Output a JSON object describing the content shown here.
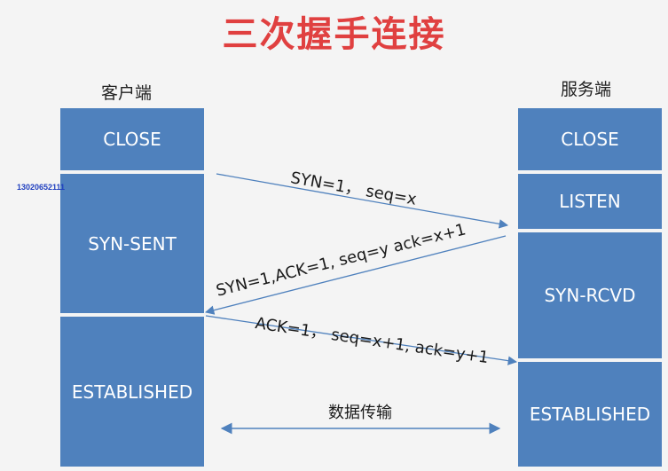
{
  "title": "三次握手连接",
  "client": {
    "label": "客户端",
    "states": [
      "CLOSE",
      "SYN-SENT",
      "ESTABLISHED"
    ]
  },
  "server": {
    "label": "服务端",
    "states": [
      "CLOSE",
      "LISTEN",
      "SYN-RCVD",
      "ESTABLISHED"
    ]
  },
  "messages": {
    "syn": "SYN=1， seq=x",
    "syn_ack": "SYN=1,ACK=1, seq=y ack=x+1",
    "ack": "ACK=1， seq=x+1, ack=y+1"
  },
  "data_transfer": "数据传输",
  "watermark": "13020652111",
  "colors": {
    "title": "#e04040",
    "state_box": "#4f81bd",
    "arrow": "#4f81bd"
  }
}
